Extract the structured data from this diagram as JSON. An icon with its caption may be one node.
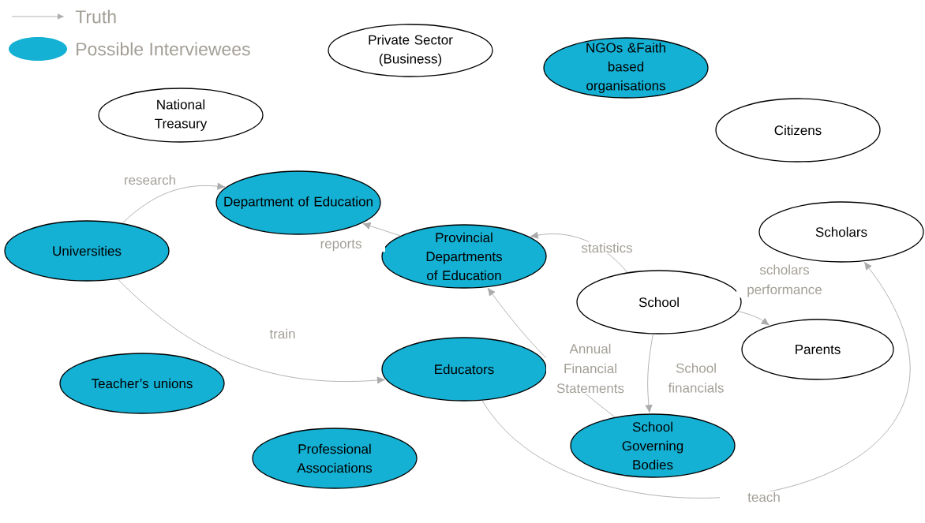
{
  "diagram": {
    "nodes": [
      {
        "text": [
          "Private Sector (Business)"
        ]
      },
      {
        "text": [
          "NGOs &Faith based organisations"
        ]
      },
      {
        "text": [
          "National Treasury"
        ]
      },
      {
        "text": [
          "Citizens"
        ]
      },
      {
        "text": [
          "Department of Education"
        ]
      },
      {
        "text": [
          "Universities"
        ]
      },
      {
        "text": [
          "Scholars"
        ]
      },
      {
        "text": [
          "Provincial Departments of Education"
        ]
      },
      {
        "text": [
          "School"
        ]
      },
      {
        "text": [
          "Parents"
        ]
      },
      {
        "text": [
          "Teacher’s unions"
        ]
      },
      {
        "text": [
          "Educators"
        ]
      },
      {
        "text": [
          "School Governing Bodies"
        ]
      },
      {
        "text": [
          "Professional Associations"
        ]
      }
    ],
    "edges": [
      {
        "from": 5,
        "to": 4,
        "arrow": "to",
        "label": "research"
      },
      {
        "from": 7,
        "to": 4,
        "arrow": "to",
        "label": "reports"
      },
      {
        "from": 8,
        "to": 7,
        "arrow": "to",
        "label": "statistics"
      },
      {
        "from": 8,
        "to": 9,
        "arrow": "to",
        "label": "scholars performance"
      },
      {
        "from": 8,
        "to": 12,
        "arrow": "to",
        "label": "School financials"
      },
      {
        "from": 12,
        "to": 7,
        "arrow": "to",
        "label": "Annual Financial Statements"
      },
      {
        "from": 5,
        "to": 11,
        "arrow": "to",
        "label": "train"
      },
      {
        "from": 11,
        "to": 6,
        "arrow": "to",
        "label": "teach"
      }
    ],
    "legend": [
      {
        "text": "Truth"
      },
      {
        "text": "Possible Interviewees",
        "color": "#14b1d4"
      }
    ]
  }
}
